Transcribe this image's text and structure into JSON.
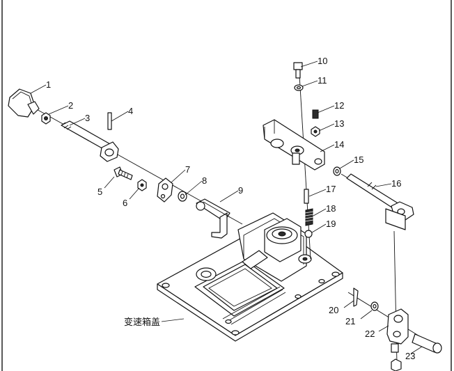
{
  "caption": "变速箱盖",
  "callouts": [
    "1",
    "2",
    "3",
    "4",
    "5",
    "6",
    "7",
    "8",
    "9",
    "10",
    "11",
    "12",
    "13",
    "14",
    "15",
    "16",
    "17",
    "18",
    "19",
    "20",
    "21",
    "22",
    "23"
  ]
}
